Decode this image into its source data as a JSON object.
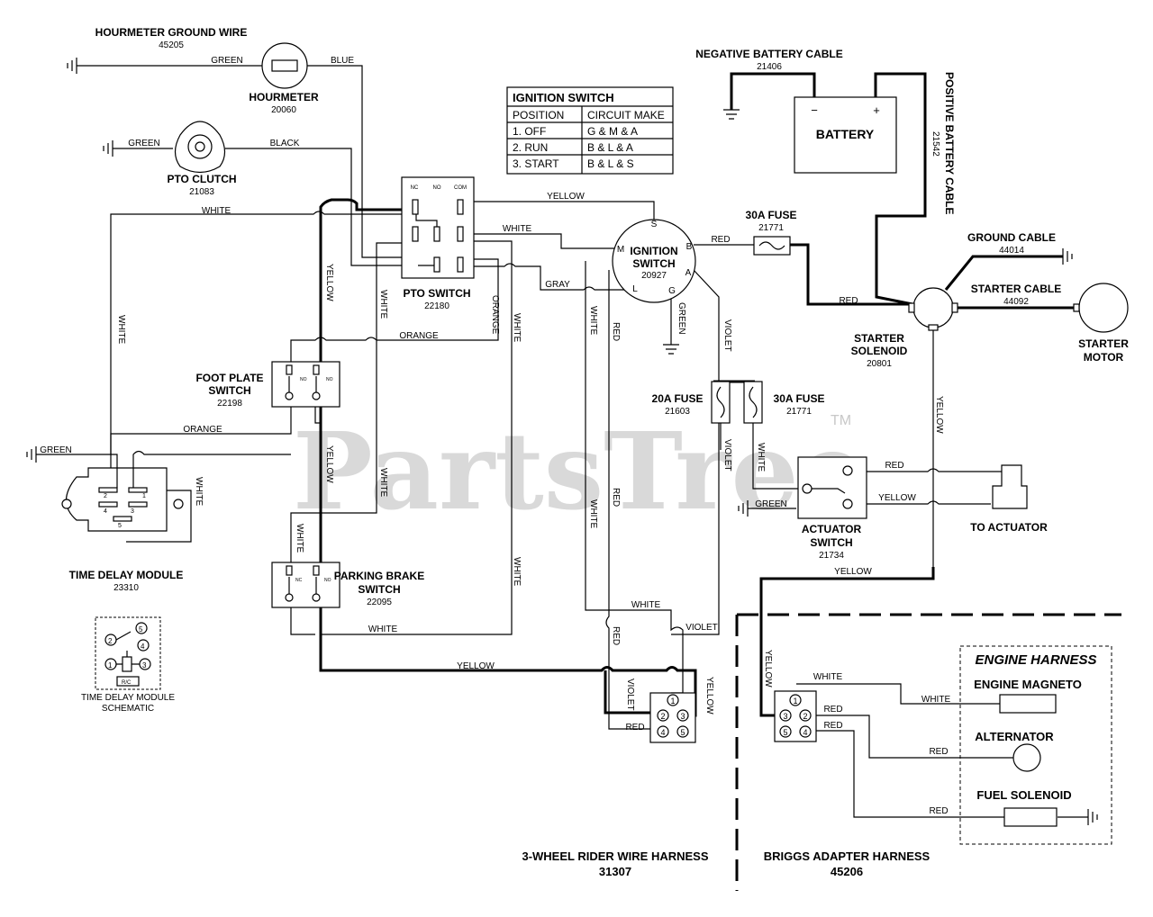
{
  "watermark": {
    "text": "PartsTree",
    "tm": "TM"
  },
  "components": {
    "hourmeter_ground_wire": {
      "label": "HOURMETER GROUND WIRE",
      "part": "45205"
    },
    "hourmeter": {
      "label": "HOURMETER",
      "part": "20060"
    },
    "pto_clutch": {
      "label": "PTO CLUTCH",
      "part": "21083"
    },
    "pto_switch": {
      "label": "PTO SWITCH",
      "part": "22180",
      "terminals": [
        "NC",
        "NO",
        "COM"
      ]
    },
    "ignition_switch": {
      "label_line1": "IGNITION",
      "label_line2": "SWITCH",
      "part": "20927",
      "terminals": [
        "S",
        "M",
        "B",
        "A",
        "L",
        "G"
      ]
    },
    "negative_battery_cable": {
      "label": "NEGATIVE BATTERY CABLE",
      "part": "21406"
    },
    "battery": {
      "label": "BATTERY",
      "neg": "−",
      "pos": "+"
    },
    "positive_battery_cable": {
      "label": "POSITIVE BATTERY CABLE",
      "part": "21542"
    },
    "fuse_30a_top": {
      "label": "30A FUSE",
      "part": "21771"
    },
    "ground_cable": {
      "label": "GROUND CABLE",
      "part": "44014"
    },
    "starter_cable": {
      "label": "STARTER CABLE",
      "part": "44092"
    },
    "starter_solenoid": {
      "label_line1": "STARTER",
      "label_line2": "SOLENOID",
      "part": "20801"
    },
    "starter_motor": {
      "label_line1": "STARTER",
      "label_line2": "MOTOR"
    },
    "foot_plate_switch": {
      "label_line1": "FOOT PLATE",
      "label_line2": "SWITCH",
      "part": "22198",
      "terminals": [
        "NO",
        "NO"
      ]
    },
    "fuse_20a": {
      "label": "20A FUSE",
      "part": "21603"
    },
    "fuse_30a_mid": {
      "label": "30A FUSE",
      "part": "21771"
    },
    "actuator_switch": {
      "label_line1": "ACTUATOR",
      "label_line2": "SWITCH",
      "part": "21734"
    },
    "to_actuator": {
      "label": "TO ACTUATOR"
    },
    "time_delay_module": {
      "label": "TIME DELAY MODULE",
      "part": "23310",
      "pins": [
        "2",
        "1",
        "4",
        "3",
        "5"
      ]
    },
    "time_delay_schematic": {
      "label_line1": "TIME DELAY MODULE",
      "label_line2": "SCHEMATIC",
      "pins": [
        "2",
        "5",
        "4",
        "1",
        "3"
      ],
      "rc": "R/C"
    },
    "parking_brake_switch": {
      "label_line1": "PARKING BRAKE",
      "label_line2": "SWITCH",
      "part": "22095",
      "terminals": [
        "NC",
        "NO"
      ]
    },
    "harness_connector_left": {
      "pins": [
        "1",
        "2",
        "3",
        "4",
        "5"
      ]
    },
    "harness_connector_right": {
      "pins": [
        "1",
        "3",
        "2",
        "5",
        "4"
      ]
    },
    "engine_harness": {
      "title": "ENGINE HARNESS",
      "magneto": "ENGINE MAGNETO",
      "alternator": "ALTERNATOR",
      "fuel_solenoid": "FUEL SOLENOID"
    },
    "rider_harness": {
      "label": "3-WHEEL RIDER WIRE HARNESS",
      "part": "31307"
    },
    "briggs_harness": {
      "label": "BRIGGS ADAPTER HARNESS",
      "part": "45206"
    }
  },
  "ignition_table": {
    "title": "IGNITION SWITCH",
    "headers": [
      "POSITION",
      "CIRCUIT MAKE"
    ],
    "rows": [
      [
        "1. OFF",
        "G & M & A"
      ],
      [
        "2. RUN",
        "B & L & A"
      ],
      [
        "3. START",
        "B & L & S"
      ]
    ]
  },
  "wire_colors": {
    "green": "GREEN",
    "blue": "BLUE",
    "black": "BLACK",
    "white": "WHITE",
    "yellow": "YELLOW",
    "orange": "ORANGE",
    "gray": "GRAY",
    "red": "RED",
    "violet": "VIOLET"
  }
}
